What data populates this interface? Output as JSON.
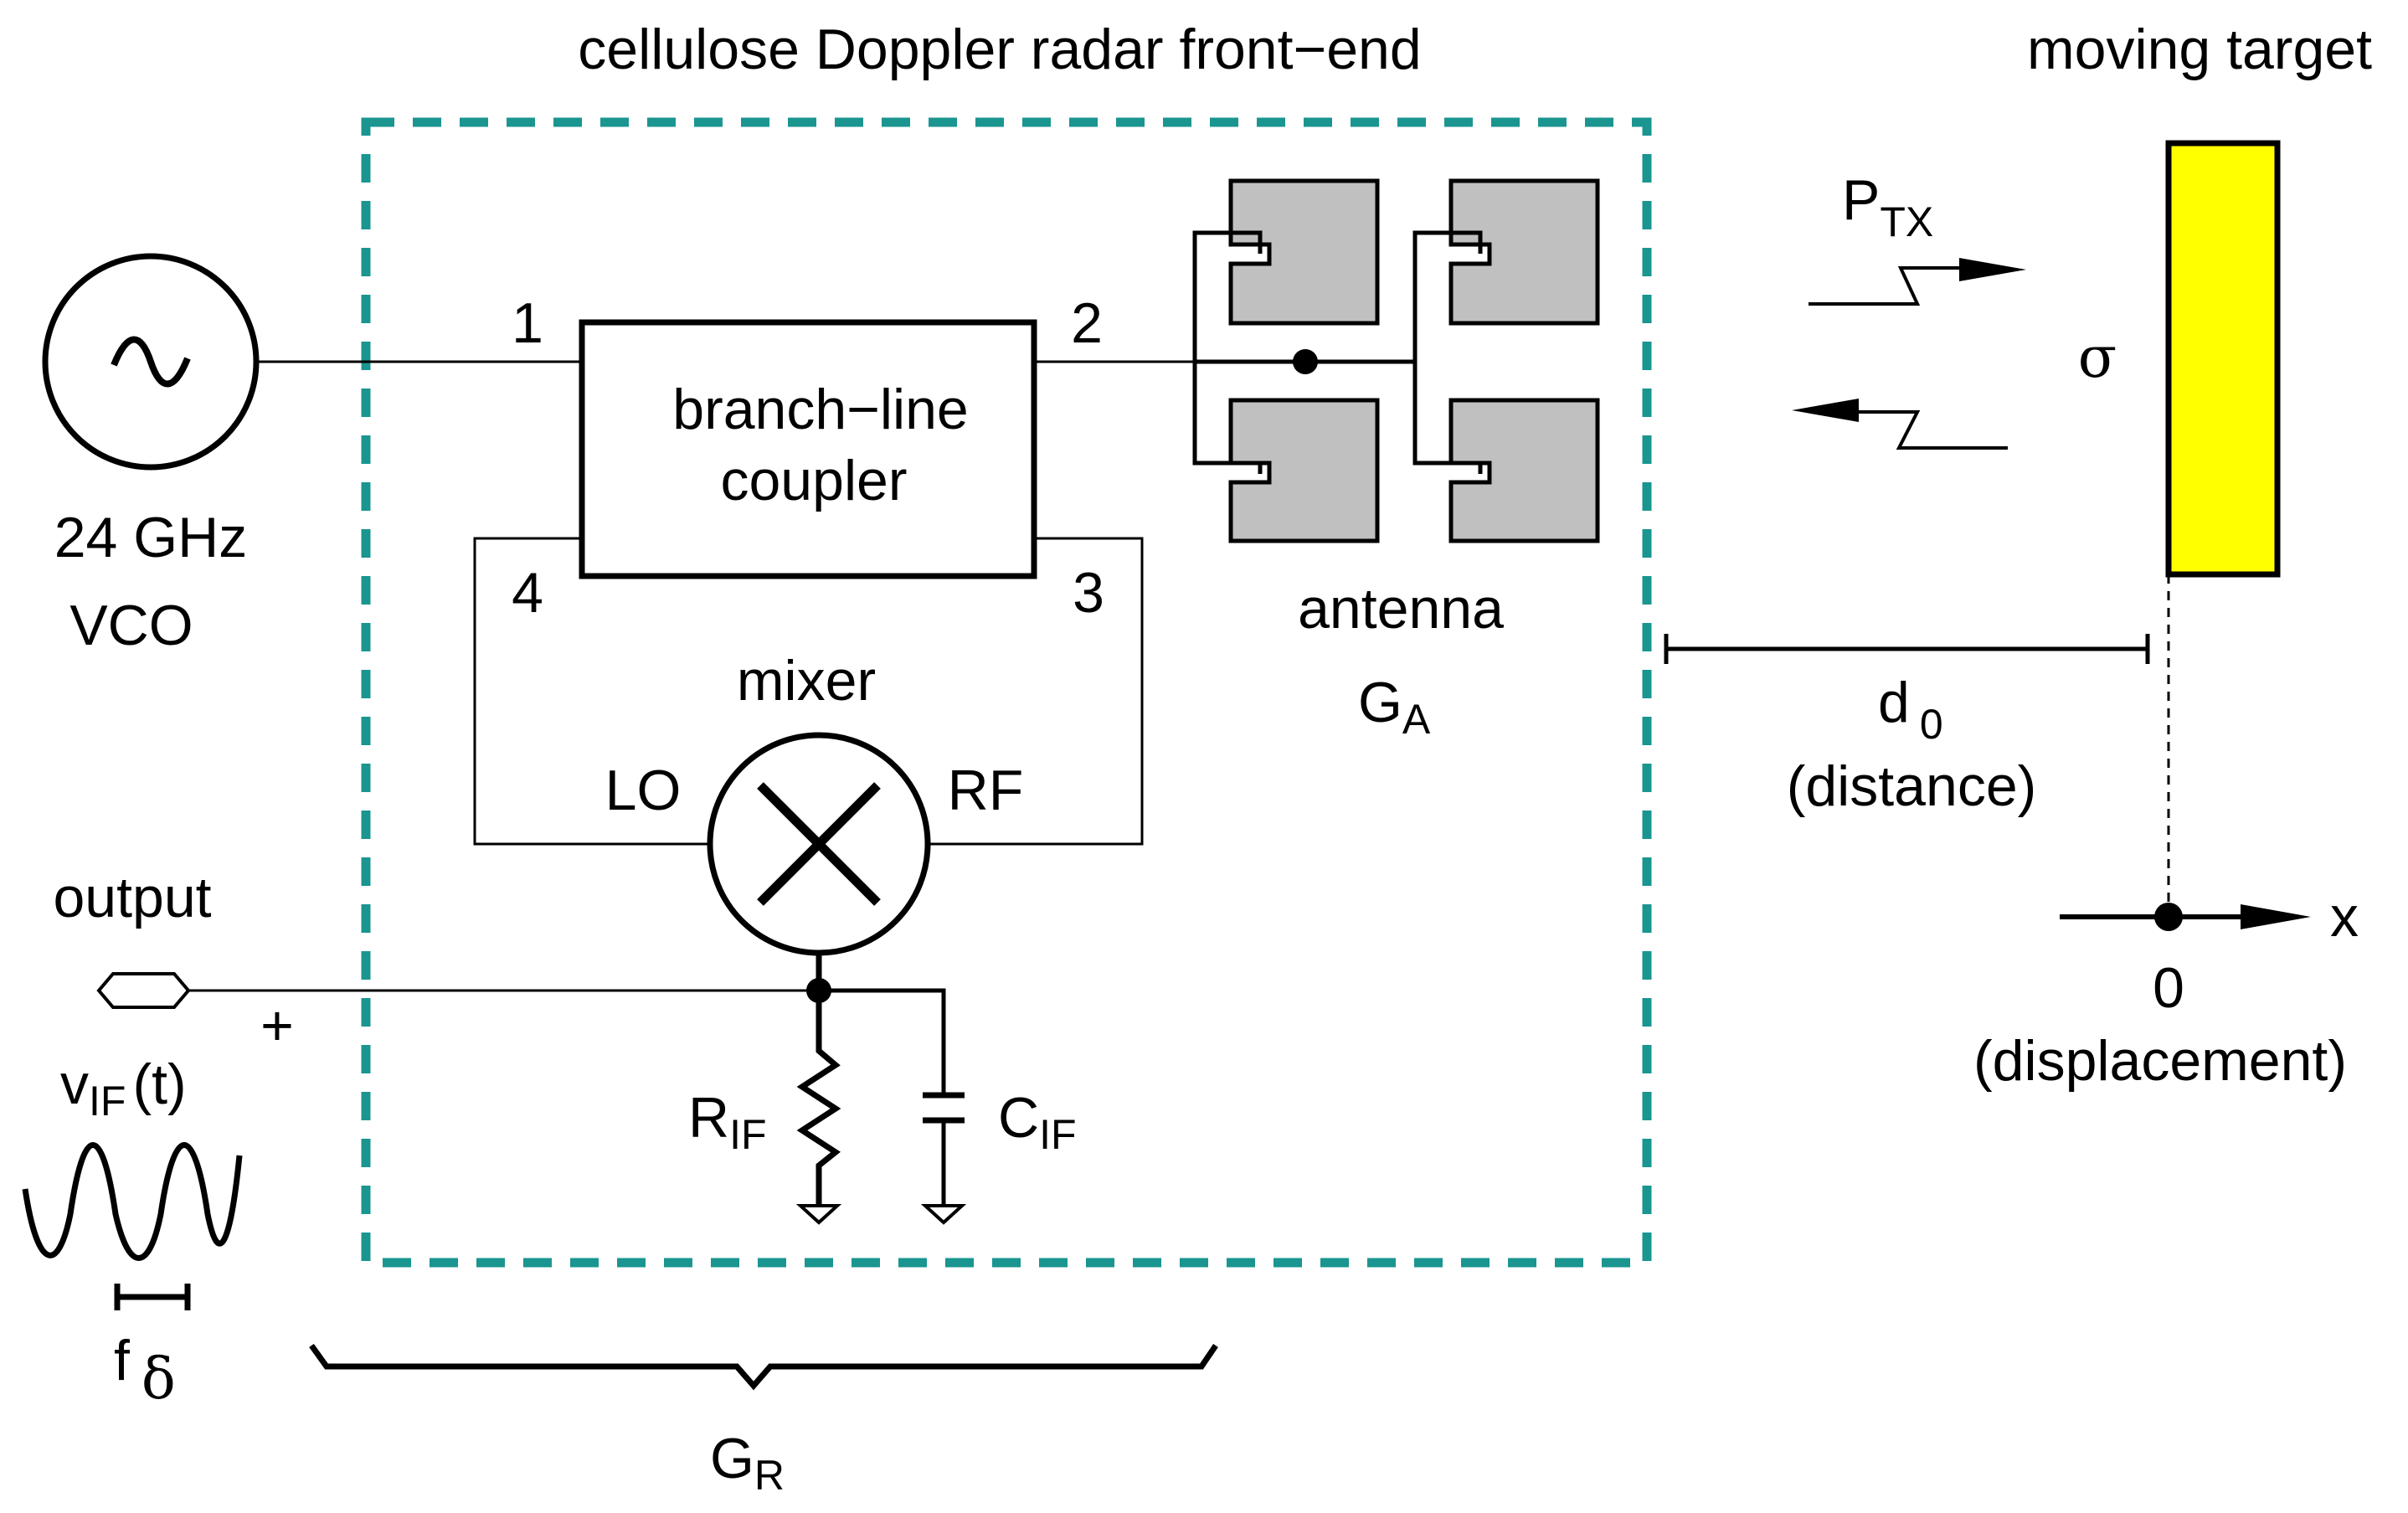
{
  "title": "cellulose Doppler radar front−end",
  "target_title": "moving target",
  "vco": {
    "line1": "24 GHz",
    "line2": "VCO"
  },
  "coupler": {
    "line1": "branch−line",
    "line2": "coupler",
    "ports": [
      "1",
      "2",
      "3",
      "4"
    ]
  },
  "mixer": {
    "label": "mixer",
    "lo": "LO",
    "rf": "RF"
  },
  "antenna": {
    "label": "antenna",
    "gain_main": "G",
    "gain_sub": "A"
  },
  "output": {
    "label": "output",
    "plus": "+",
    "v_main": "v",
    "v_sub": "IF",
    "v_arg": "(t)",
    "f_main": "f",
    "f_sub": "δ"
  },
  "resistor": {
    "main": "R",
    "sub": "IF"
  },
  "capacitor": {
    "main": "C",
    "sub": "IF"
  },
  "tx": {
    "main": "P",
    "sub": "TX"
  },
  "sigma": "σ",
  "distance": {
    "main": "d",
    "sub": "0",
    "caption": "(distance)"
  },
  "displacement": {
    "zero": "0",
    "caption": "(displacement)",
    "axis": "x"
  },
  "receiver_gain": {
    "main": "G",
    "sub": "R"
  },
  "colors": {
    "frame": "#1a9590",
    "target": "#ffff00",
    "patch": "#c0c0c0",
    "ink": "#000000"
  }
}
